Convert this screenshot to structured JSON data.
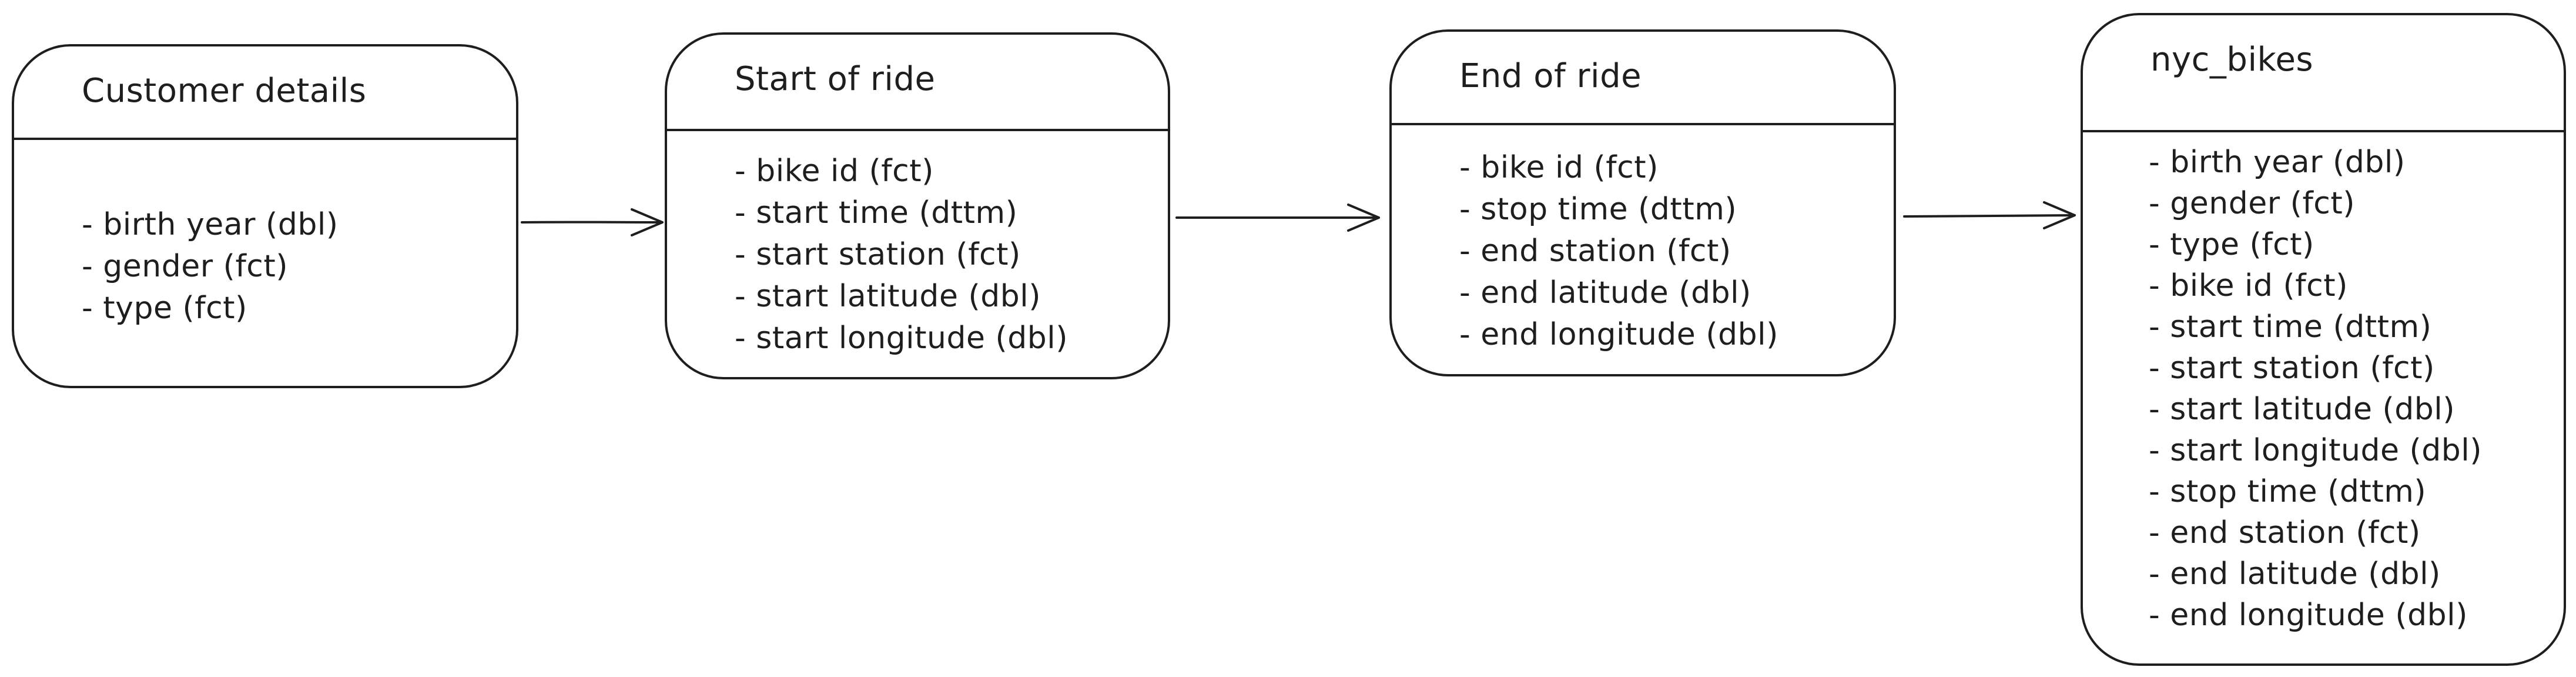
{
  "diagram": {
    "tables": [
      {
        "id": "customer-details",
        "title": "Customer details",
        "fields": [
          "- birth year (dbl)",
          "- gender (fct)",
          "- type (fct)"
        ]
      },
      {
        "id": "start-of-ride",
        "title": "Start of ride",
        "fields": [
          "- bike id (fct)",
          "- start time (dttm)",
          "- start station (fct)",
          "- start latitude (dbl)",
          "- start longitude (dbl)"
        ]
      },
      {
        "id": "end-of-ride",
        "title": "End of ride",
        "fields": [
          "- bike id (fct)",
          "- stop time (dttm)",
          "- end station (fct)",
          "- end latitude (dbl)",
          "- end longitude (dbl)"
        ]
      },
      {
        "id": "nyc-bikes",
        "title": "nyc_bikes",
        "fields": [
          "- birth year (dbl)",
          "- gender (fct)",
          "- type (fct)",
          "- bike id (fct)",
          "- start time (dttm)",
          "- start station (fct)",
          "- start latitude (dbl)",
          "- start longitude (dbl)",
          "- stop time (dttm)",
          "- end station (fct)",
          "- end latitude (dbl)",
          "- end longitude (dbl)"
        ]
      }
    ],
    "arrows": [
      {
        "from": "customer-details",
        "to": "start-of-ride"
      },
      {
        "from": "start-of-ride",
        "to": "end-of-ride"
      },
      {
        "from": "end-of-ride",
        "to": "nyc-bikes"
      }
    ],
    "colors": {
      "stroke": "#1e1e1e",
      "background": "#ffffff"
    }
  }
}
